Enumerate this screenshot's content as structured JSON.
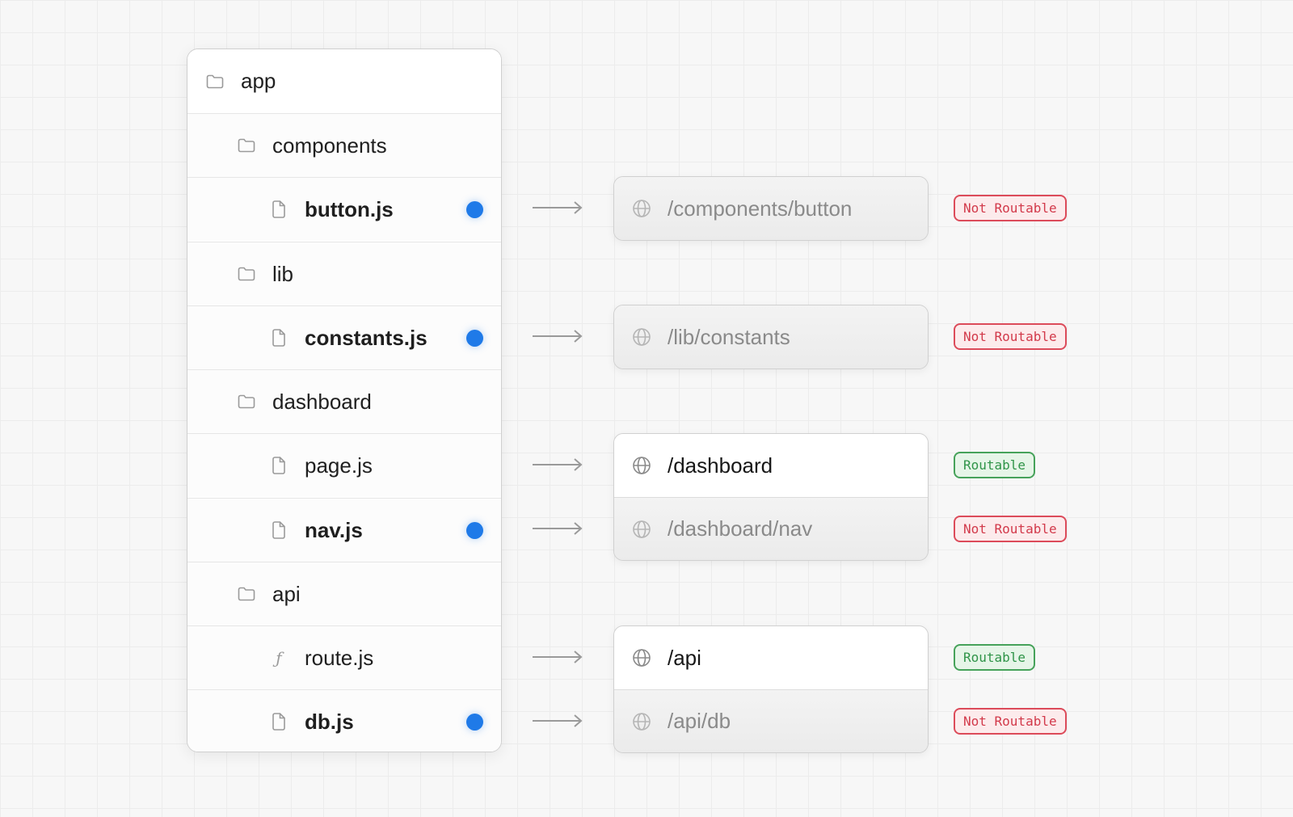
{
  "tree": {
    "rows": [
      {
        "name": "app",
        "type": "folder",
        "indent": 0,
        "bold": false,
        "marked": false
      },
      {
        "name": "components",
        "type": "folder",
        "indent": 1,
        "bold": false,
        "marked": false
      },
      {
        "name": "button.js",
        "type": "file",
        "indent": 2,
        "bold": true,
        "marked": true
      },
      {
        "name": "lib",
        "type": "folder",
        "indent": 1,
        "bold": false,
        "marked": false
      },
      {
        "name": "constants.js",
        "type": "file",
        "indent": 2,
        "bold": true,
        "marked": true
      },
      {
        "name": "dashboard",
        "type": "folder",
        "indent": 1,
        "bold": false,
        "marked": false
      },
      {
        "name": "page.js",
        "type": "file",
        "indent": 2,
        "bold": false,
        "marked": false
      },
      {
        "name": "nav.js",
        "type": "file",
        "indent": 2,
        "bold": true,
        "marked": true
      },
      {
        "name": "api",
        "type": "folder",
        "indent": 1,
        "bold": false,
        "marked": false
      },
      {
        "name": "route.js",
        "type": "function",
        "indent": 2,
        "bold": false,
        "marked": false
      },
      {
        "name": "db.js",
        "type": "file",
        "indent": 2,
        "bold": true,
        "marked": true
      }
    ]
  },
  "routes": {
    "components_button": {
      "url": "/components/button",
      "routable": false
    },
    "lib_constants": {
      "url": "/lib/constants",
      "routable": false
    },
    "dashboard": {
      "url": "/dashboard",
      "routable": true
    },
    "dashboard_nav": {
      "url": "/dashboard/nav",
      "routable": false
    },
    "api": {
      "url": "/api",
      "routable": true
    },
    "api_db": {
      "url": "/api/db",
      "routable": false
    }
  },
  "badges": {
    "routable": "Routable",
    "not_routable": "Not Routable"
  },
  "colors": {
    "marker": "#1f7ae8",
    "not_routable": "#dc4b5a",
    "routable": "#46a25a"
  }
}
